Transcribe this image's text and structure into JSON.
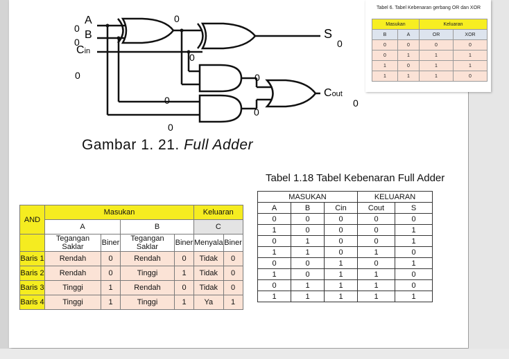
{
  "circuit": {
    "inputs": {
      "a": "A",
      "b": "B",
      "cin": "C",
      "cin_sub": "in"
    },
    "outputs": {
      "s": "S",
      "cout": "C",
      "cout_sub": "out"
    },
    "values": {
      "in_a": "0",
      "in_b": "0",
      "in_cin": "0",
      "xor1_out": "0",
      "xor2_in": "0",
      "s_out": "0",
      "and1_out": "0",
      "and2_in": "0",
      "and2_out": "0",
      "cout_out": "0",
      "bottom": "0"
    }
  },
  "caption": {
    "prefix": "Gambar 1. 21.",
    "title": "Full Adder"
  },
  "inset_table": {
    "title": "Tabel 6. Tabel Kebenaran gerbang OR dan XOR",
    "groups": [
      "Masukan",
      "Keluaran"
    ],
    "headers": [
      "B",
      "A",
      "OR",
      "XOR"
    ],
    "rows": [
      [
        "0",
        "0",
        "0",
        "0"
      ],
      [
        "0",
        "1",
        "1",
        "1"
      ],
      [
        "1",
        "0",
        "1",
        "1"
      ],
      [
        "1",
        "1",
        "1",
        "0"
      ]
    ]
  },
  "full_adder_table": {
    "title": "Tabel 1.18 Tabel Kebenaran Full Adder",
    "groups": [
      "MASUKAN",
      "KELUARAN"
    ],
    "headers": [
      "A",
      "B",
      "Cin",
      "Cout",
      "S"
    ],
    "rows": [
      [
        "0",
        "0",
        "0",
        "0",
        "0"
      ],
      [
        "1",
        "0",
        "0",
        "0",
        "1"
      ],
      [
        "0",
        "1",
        "0",
        "0",
        "1"
      ],
      [
        "1",
        "1",
        "0",
        "1",
        "0"
      ],
      [
        "0",
        "0",
        "1",
        "0",
        "1"
      ],
      [
        "1",
        "0",
        "1",
        "1",
        "0"
      ],
      [
        "0",
        "1",
        "1",
        "1",
        "0"
      ],
      [
        "1",
        "1",
        "1",
        "1",
        "1"
      ]
    ]
  },
  "and_table": {
    "corner": "AND",
    "groups": [
      "Masukan",
      "Keluaran"
    ],
    "vars": [
      "A",
      "B",
      "C"
    ],
    "headers": [
      "Tegangan Saklar",
      "Biner",
      "Tegangan Saklar",
      "Biner",
      "Menyala",
      "Biner"
    ],
    "rows": [
      {
        "label": "Baris 1",
        "cells": [
          "Rendah",
          "0",
          "Rendah",
          "0",
          "Tidak",
          "0"
        ]
      },
      {
        "label": "Baris 2",
        "cells": [
          "Rendah",
          "0",
          "Tinggi",
          "1",
          "Tidak",
          "0"
        ]
      },
      {
        "label": "Baris 3",
        "cells": [
          "Tinggi",
          "1",
          "Rendah",
          "0",
          "Tidak",
          "0"
        ]
      },
      {
        "label": "Baris 4",
        "cells": [
          "Tinggi",
          "1",
          "Tinggi",
          "1",
          "Ya",
          "1"
        ]
      }
    ]
  }
}
